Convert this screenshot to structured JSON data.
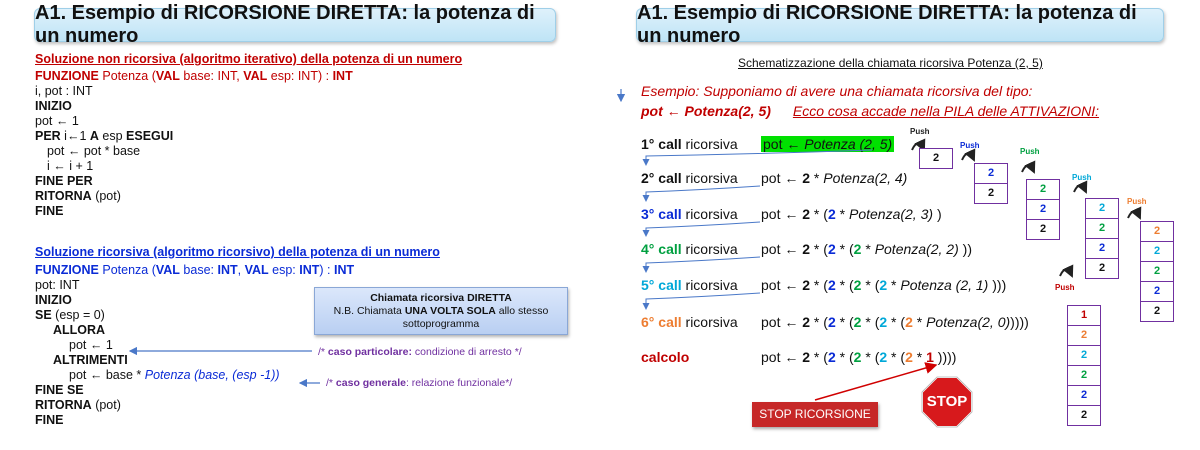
{
  "left": {
    "title": "A1. Esempio di RICORSIONE DIRETTA: la potenza di un numero",
    "iter_heading": "Soluzione non ricorsiva (algoritmo iterativo) della potenza di un numero",
    "iter_lines": {
      "l1_kw1": "FUNZIONE",
      "l1_t1": " Potenza (",
      "l1_kw2": "VAL",
      "l1_t2": " base: INT, ",
      "l1_kw3": "VAL",
      "l1_t3": " esp: INT) : ",
      "l1_kw4": "INT",
      "l2": "i, pot : INT",
      "l3": "INIZIO",
      "l4": "pot ← 1",
      "l5_kw1": "PER",
      "l5_t1": " i←1 ",
      "l5_kw2": "A",
      "l5_t2": " esp ",
      "l5_kw3": "ESEGUI",
      "l6": "pot ← pot * base",
      "l7": "i ← i + 1",
      "l8": "FINE PER",
      "l9_kw": "RITORNA",
      "l9_t": " (pot)",
      "l10": "FINE"
    },
    "rec_heading": "Soluzione ricorsiva (algoritmo ricorsivo) della potenza di un numero",
    "rec_lines": {
      "l1_kw1": "FUNZIONE",
      "l1_t1": " Potenza (",
      "l1_kw2": "VAL",
      "l1_t2": " base: ",
      "l1_kw3": "INT",
      "l1_t3": ", ",
      "l1_kw4": "VAL",
      "l1_t4": " esp: ",
      "l1_kw5": "INT",
      "l1_t5": ") : ",
      "l1_kw6": "INT",
      "l2": "pot: INT",
      "l3": "INIZIO",
      "l4_kw": "SE",
      "l4_t": " (esp = 0)",
      "l5": "ALLORA",
      "l6": "pot ← 1",
      "l7": "ALTRIMENTI",
      "l8_t1": "pot ← base * ",
      "l8_t2": "Potenza (base, (esp -1))",
      "l9": "FINE SE",
      "l10_kw": "RITORNA",
      "l10_t": " (pot)",
      "l11": "FINE"
    },
    "note": {
      "title": "Chiamata ricorsiva DIRETTA",
      "line2_a": "N.B. Chiamata ",
      "line2_b": "UNA VOLTA SOLA",
      "line2_c": " allo stesso",
      "line3": "sottoprogramma"
    },
    "comment1_a": "/* ",
    "comment1_b": "caso particolare:",
    "comment1_c": "  condizione di arresto */",
    "comment2_a": "/* ",
    "comment2_b": "caso generale",
    "comment2_c": ": relazione funzionale*/"
  },
  "right": {
    "title": "A1. Esempio di RICORSIONE DIRETTA: la potenza di un numero",
    "subtitle": "Schematizzazione della chiamata ricorsiva Potenza (2, 5)",
    "intro1": "Esempio: Supponiamo di avere una chiamata ricorsiva del tipo:",
    "intro2_a": "pot ← Potenza(2, 5)",
    "intro2_b": "Ecco cosa accade nella PILA delle ATTIVAZIONI:",
    "rows": [
      {
        "num": "1°",
        "call": " call",
        "rest": " ricorsiva"
      },
      {
        "num": "2°",
        "call": " call",
        "rest": " ricorsiva"
      },
      {
        "num": "3°",
        "call": " call",
        "rest": " ricorsiva"
      },
      {
        "num": "4°",
        "call": " call",
        "rest": " ricorsiva"
      },
      {
        "num": "5°",
        "call": " call",
        "rest": " ricorsiva"
      },
      {
        "num": "6°",
        "call": " call",
        "rest": " ricorsiva"
      }
    ],
    "calcolo": "calcolo",
    "expr1_a": "pot ← ",
    "expr1_b": "Potenza (2, 5)",
    "pot_prefix": "pot ← ",
    "two": "2",
    "star": " * ",
    "open": "(",
    "close": ")",
    "call_2_4": "Potenza(2, 4)",
    "call_2_3": "Potenza(2, 3)",
    "call_2_2": "Potenza(2, 2)",
    "call_2_1": "Potenza (2, 1)",
    "call_2_0": "Potenza(2, 0)",
    "one": "1",
    "push": "Push",
    "stop_button": "STOP RICORSIONE",
    "stop_sign": "STOP"
  },
  "colors": {
    "red": "#c00000",
    "blue": "#0a2bd6",
    "green": "#00a040",
    "cyan": "#00a8d8",
    "orange": "#ed7d31",
    "purple": "#7030a0",
    "highlight": "#00e000"
  }
}
